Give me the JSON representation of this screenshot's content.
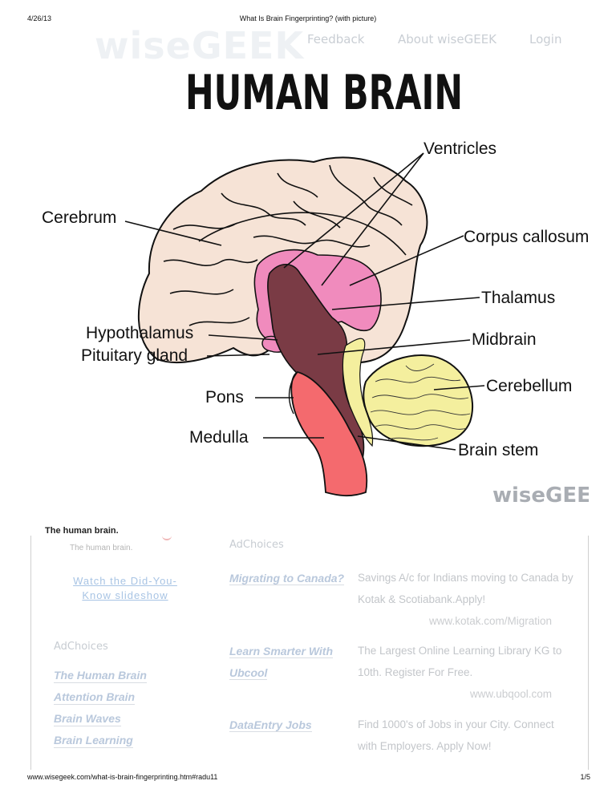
{
  "print_header": {
    "date": "4/26/13",
    "title": "What Is Brain Fingerprinting? (with picture)"
  },
  "site": {
    "logo": "wiseGEEK",
    "nav": {
      "feedback": "Feedback",
      "about": "About wiseGEEK",
      "login": "Login"
    }
  },
  "figure": {
    "heading": "HUMAN BRAIN",
    "watermark": "wiseGEEK",
    "labels": {
      "ventricles": "Ventricles",
      "cerebrum": "Cerebrum",
      "corpus_callosum": "Corpus callosum",
      "thalamus": "Thalamus",
      "hypothalamus": "Hypothalamus",
      "midbrain": "Midbrain",
      "pituitary": "Pituitary gland",
      "cerebellum": "Cerebellum",
      "pons": "Pons",
      "medulla": "Medulla",
      "brain_stem": "Brain stem"
    },
    "colors": {
      "cerebrum": "#f6e3d6",
      "ventricles": "#7a3b45",
      "limbic": "#f08bbd",
      "stem": "#f46a6e",
      "cerebellum": "#f4ef9e",
      "outline": "#111111"
    }
  },
  "caption": {
    "main": "The human brain.",
    "sub": "The human brain."
  },
  "slideshow_link": "Watch the Did-You-Know slideshow",
  "ad_choices": {
    "right": "AdChoices",
    "left": "AdChoices"
  },
  "keywords": [
    "The Human Brain",
    "Attention Brain",
    "Brain Waves",
    "Brain Learning"
  ],
  "ads": [
    {
      "title": "Migrating to Canada?",
      "desc": "Savings A/c for Indians moving to Canada by Kotak & Scotiabank.Apply!",
      "url": "www.kotak.com/Migration"
    },
    {
      "title": "Learn Smarter With Ubcool",
      "desc": "The Largest Online Learning Library KG to 10th. Register For Free.",
      "url": "www.ubqool.com"
    },
    {
      "title": "DataEntry Jobs",
      "desc": "Find 1000's of Jobs in your City. Connect with Employers. Apply Now!",
      "url": ""
    }
  ],
  "print_footer": {
    "url": "www.wisegeek.com/what-is-brain-fingerprinting.htm#radu11",
    "page": "1/5"
  }
}
